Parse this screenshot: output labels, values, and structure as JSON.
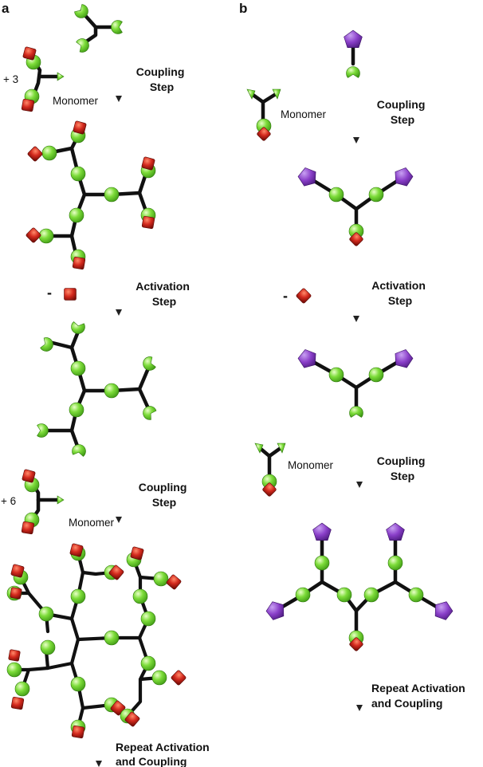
{
  "panels": {
    "a": "a",
    "b": "b"
  },
  "left": {
    "coef_1": "+ 3",
    "monomer_1": "Monomer",
    "coupling_1": [
      "Coupling",
      "Step"
    ],
    "minus": "-",
    "activation": [
      "Activation",
      "Step"
    ],
    "coef_2": "+ 6",
    "monomer_2": "Monomer",
    "coupling_2": [
      "Coupling",
      "Step"
    ],
    "repeat": [
      "Repeat Activation",
      "and Coupling"
    ]
  },
  "right": {
    "monomer_1": "Monomer",
    "coupling_1": [
      "Coupling",
      "Step"
    ],
    "minus": "-",
    "activation": [
      "Activation",
      "Step"
    ],
    "monomer_2": "Monomer",
    "coupling_2": [
      "Coupling",
      "Step"
    ],
    "repeat": [
      "Repeat Activation",
      "and Coupling"
    ]
  },
  "colors": {
    "bond": "#111111",
    "sphere": "#7ddc3a",
    "protecting_group": "#d42a1e",
    "core": "#8a3fc9"
  }
}
